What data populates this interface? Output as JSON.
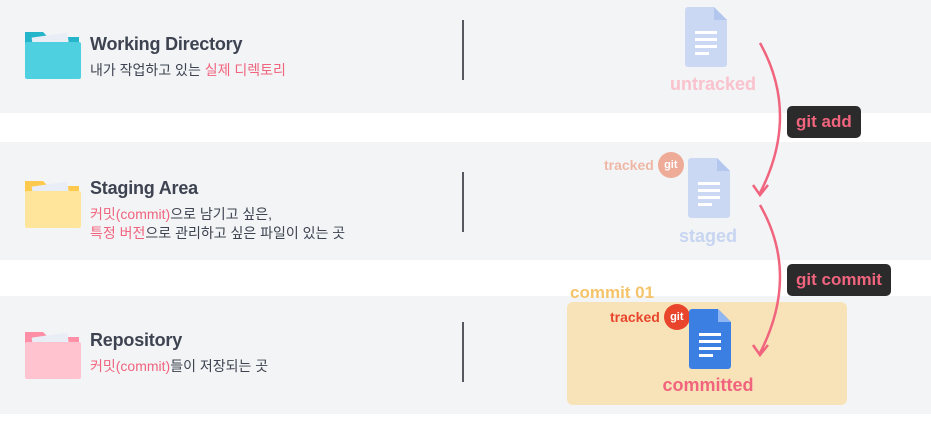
{
  "rows": [
    {
      "title": "Working Directory",
      "desc_parts": [
        "내가 작업하고 있는 ",
        "실제 디렉토리"
      ],
      "folder_color": "#38c8dc",
      "folder_tab": "#25b5cb"
    },
    {
      "title": "Staging Area",
      "desc_line1_parts": [
        "커밋(commit)",
        "으로 남기고 싶은,"
      ],
      "desc_line2_parts": [
        "특정 버전",
        "으로 관리하고 싶은 파일이 있는 곳"
      ],
      "folder_color": "#ffe394",
      "folder_tab": "#ffc94d"
    },
    {
      "title": "Repository",
      "desc_parts": [
        "커밋(commit)",
        "들이 저장되는 곳"
      ],
      "folder_color": "#ffc3cf",
      "folder_tab": "#ff8ea7"
    }
  ],
  "files": {
    "untracked": "untracked",
    "staged": "staged",
    "committed": "committed",
    "tracked": "tracked",
    "git": "git"
  },
  "commands": {
    "add": "git add",
    "commit": "git commit"
  },
  "commit_box_label": "commit 01",
  "colors": {
    "accent": "#f0647e",
    "band": "#f3f4f6",
    "doc_light": "#cad8f4",
    "doc_blue": "#3b7fe3",
    "commit_box": "#f8e3b8",
    "commit_label": "#f5c46a",
    "git_orange": "#e8452c"
  }
}
